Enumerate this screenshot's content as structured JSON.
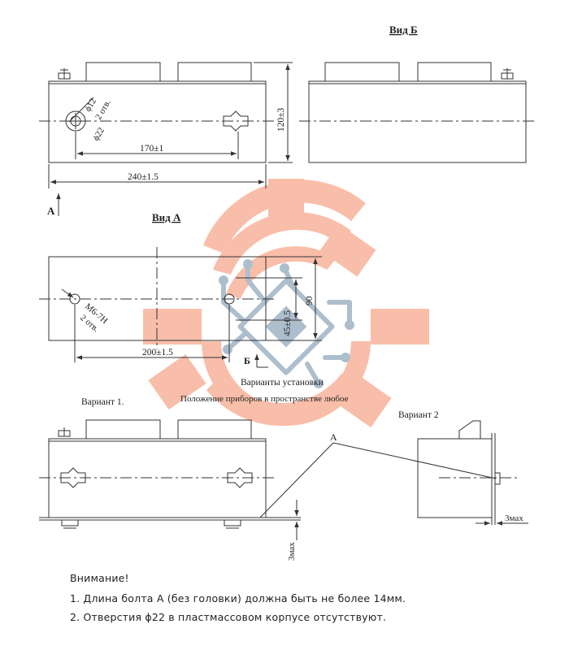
{
  "titles": {
    "view_b": "Вид Б",
    "view_a": "Вид А",
    "variants": "Варианты установки",
    "position": "Положение приборов в пространстве любое",
    "variant1": "Вариант 1.",
    "variant2": "Вариант 2"
  },
  "dims": {
    "phi12": "ϕ12",
    "holes2": "2 отв.",
    "phi22": "ϕ22",
    "d170": "170±1",
    "d240": "240±1.5",
    "d120": "120±3",
    "arrow_a": "А",
    "m6": "М6-7Н",
    "holes2b": "2 отв.",
    "d200": "200±1.5",
    "d45": "45±0.5",
    "d90": "90",
    "arrow_b": "Б",
    "label_a": "А",
    "max3_vertical": "3мах",
    "max3": "3мах"
  },
  "notes": {
    "title": "Внимание!",
    "note1": "1. Длина болта А (без головки) должна быть не более 14мм.",
    "note2": "2. Отверстия  ϕ22  в пластмассовом корпусе отсутствуют."
  },
  "colors": {
    "watermark": "#f7b39b",
    "watermark_circuit": "#9fb3c5",
    "line": "#333333"
  }
}
